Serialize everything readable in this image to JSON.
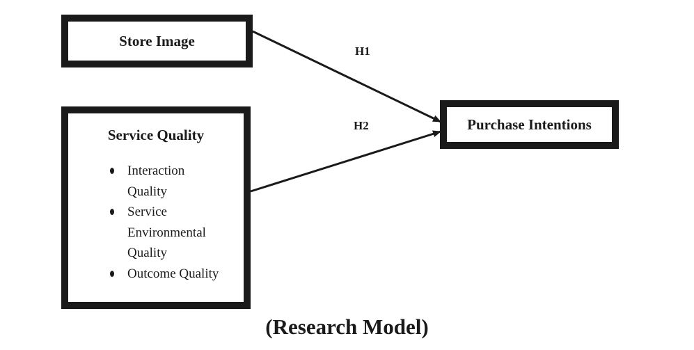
{
  "diagram": {
    "nodes": {
      "store_image": {
        "label": "Store Image"
      },
      "service_quality": {
        "label": "Service Quality",
        "items": [
          "Interaction Quality",
          "Service Environmental Quality",
          "Outcome Quality"
        ]
      },
      "purchase_intentions": {
        "label": "Purchase Intentions"
      }
    },
    "edges": [
      {
        "from": "Store Image",
        "to": "Purchase Intentions",
        "label": "H1"
      },
      {
        "from": "Service Quality",
        "to": "Purchase Intentions",
        "label": "H2"
      }
    ],
    "caption": "(Research Model)"
  }
}
